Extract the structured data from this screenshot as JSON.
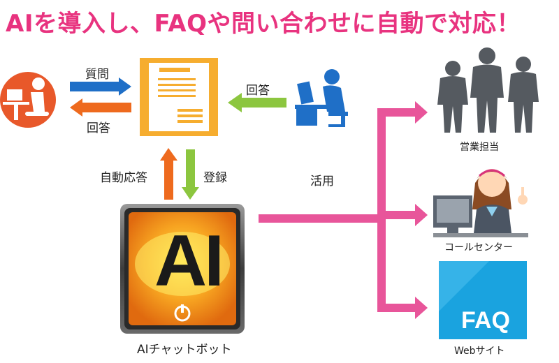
{
  "title": "AIを導入し、FAQや問い合わせに自動で対応！",
  "labels": {
    "question": "質問",
    "answer_user": "回答",
    "answer_staff": "回答",
    "auto_response": "自動応答",
    "register": "登録",
    "utilize": "活用",
    "sales": "営業担当",
    "call_center": "コールセンター",
    "website": "Webサイト",
    "chatbot": "AIチャットボット",
    "ai_logo": "AI",
    "faq_logo": "FAQ"
  },
  "colors": {
    "title": "#e8337f",
    "user": "#e8582a",
    "staff": "#1f6fc7",
    "document": "#f6ad2f",
    "arrow_blue": "#1f6fc7",
    "arrow_orange": "#ee6a1e",
    "arrow_green": "#8cc63f",
    "connector": "#e8559a",
    "faq_panel": "#1aa3df"
  }
}
